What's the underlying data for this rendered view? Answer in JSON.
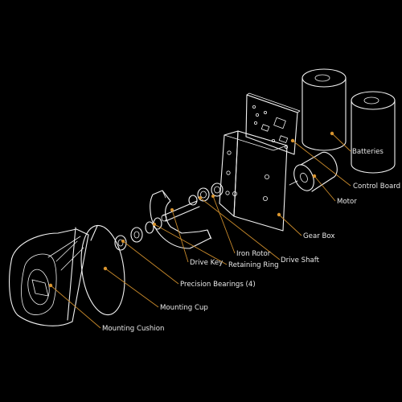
{
  "labels": {
    "batteries": "Batteries",
    "control_board": "Control Board",
    "motor": "Motor",
    "gear_box": "Gear Box",
    "iron_rotor": "Iron Rotor",
    "drive_shaft": "Drive Shaft",
    "drive_key": "Drive Key",
    "retaining_ring": "Retaining Ring",
    "precision_bearings": "Precision Bearings (4)",
    "mounting_cup": "Mounting Cup",
    "mounting_cushion": "Mounting Cushion"
  },
  "colors": {
    "background": "#000000",
    "line_art": "#f2f2f2",
    "leader": "#c98a2b",
    "callout_dot": "#d9952f",
    "label_text": "#e9e9e9"
  }
}
